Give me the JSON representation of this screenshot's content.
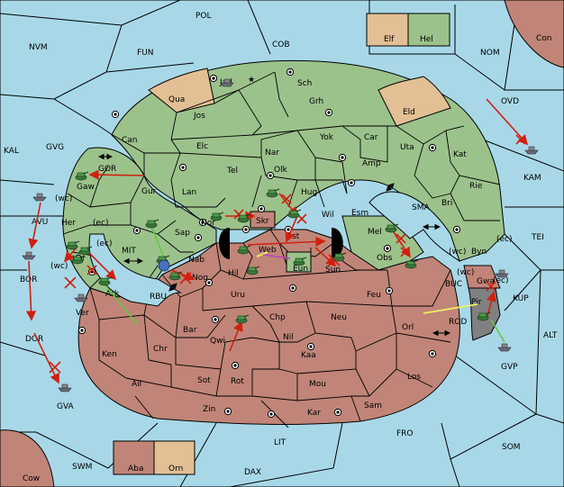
{
  "colors": {
    "sea": "#a8d8e8",
    "green": "#9cc28c",
    "red": "#c08578",
    "tan": "#e2bf94",
    "gray": "#808080",
    "order": "#d02010",
    "support": "#60c840",
    "convoy": "#f0f060",
    "retreat": "#c040c0"
  },
  "legend_top": {
    "elf": "Elf",
    "hel": "Hel"
  },
  "legend_bottom": {
    "aba": "Aba",
    "orn": "Orn"
  },
  "seas": {
    "pol": "POL",
    "nvm": "NVM",
    "fun": "FUN",
    "cob": "COB",
    "nom": "NOM",
    "con": "Con",
    "kal": "KAL",
    "gvg": "GVG",
    "ovd": "OVD",
    "gor": "GOR",
    "mit": "MIT",
    "rbu": "RBU",
    "sma": "SMA",
    "tei": "TEI",
    "kup": "KUP",
    "buc": "BUC",
    "rod": "ROD",
    "alt": "ALT",
    "fro": "FRO",
    "som": "SOM",
    "lit": "LIT",
    "swm": "SWM",
    "dax": "DAX",
    "cow": "Cow",
    "kam": "KAM",
    "avu": "AVU",
    "bor": "BOR",
    "dor": "DOR",
    "gva": "GVA",
    "gvp": "GVP"
  },
  "provinces": {
    "jad": "Jad",
    "sch": "Sch",
    "qua": "Qua",
    "jos": "Jos",
    "grh": "Grh",
    "eld": "Eld",
    "can": "Can",
    "elc": "Elc",
    "yok": "Yok",
    "car": "Car",
    "uta": "Uta",
    "nar": "Nar",
    "tel": "Tel",
    "olk": "Olk",
    "amp": "Amp",
    "kat": "Kat",
    "gur": "Gur",
    "lan": "Lan",
    "hug": "Hug",
    "rie": "Rie",
    "gaw": "Gaw",
    "her": "Her",
    "nor": "Nor",
    "skr": "Skr",
    "wil": "Wil",
    "esm": "Esm",
    "bri": "Bri",
    "sap": "Sap",
    "ost": "Ost",
    "mel": "Mel",
    "byn": "Byn",
    "kor": "Kor",
    "nab": "Nab",
    "web": "Web",
    "hil": "Hil",
    "eun": "Eun",
    "sun": "Sun",
    "obs": "Obs",
    "nog": "Nog",
    "ark": "Ark",
    "uru": "Uru",
    "feu": "Feu",
    "gwa": "Gwa",
    "pir": "Pir",
    "ver": "Ver",
    "bar": "Bar",
    "chp": "Chp",
    "neu": "Neu",
    "orl": "Orl",
    "qwi": "Qwi",
    "nil": "Nil",
    "ken": "Ken",
    "chr": "Chr",
    "kaa": "Kaa",
    "los": "Los",
    "ail": "Ail",
    "sot": "Sot",
    "rot": "Rot",
    "mou": "Mou",
    "zin": "Zin",
    "kar": "Kar",
    "sam": "Sam"
  },
  "coast_tags": {
    "wc1": "(wc)",
    "ec1": "(ec)",
    "ec2": "(ec)",
    "wc2": "(wc)",
    "wc3": "(wc)",
    "ec3": "(ec)",
    "wc4": "(wc)",
    "ec4": "(ec)"
  }
}
